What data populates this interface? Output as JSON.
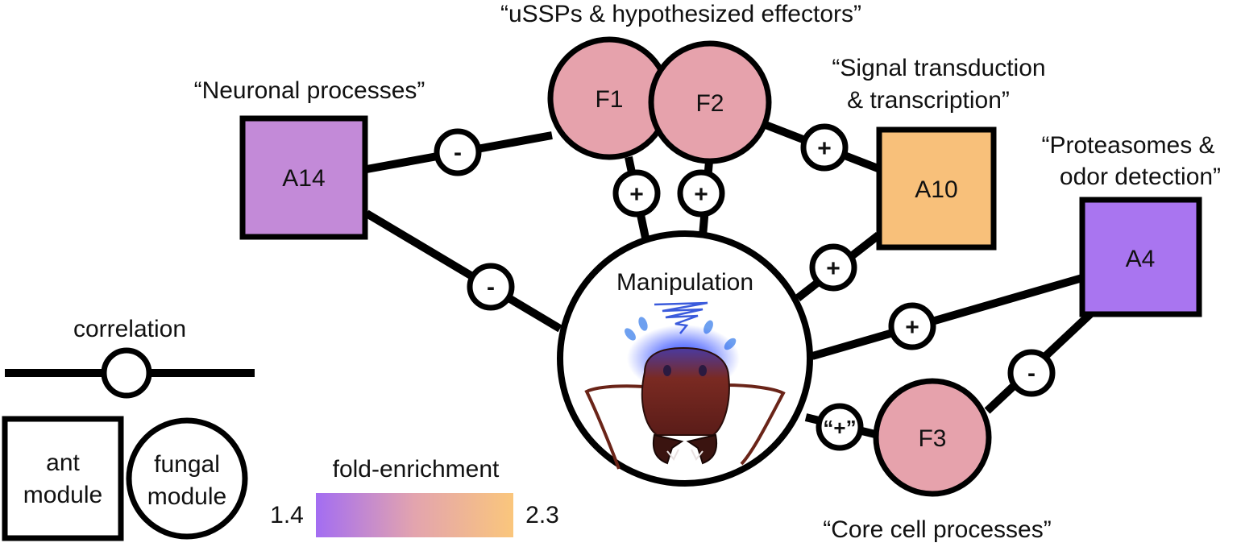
{
  "colors": {
    "fungal": "#e6a2ac",
    "A14": "#c38ad8",
    "A10": "#f8c07a",
    "A4": "#a975f0",
    "gradient_start": "#a36df2",
    "gradient_mid": "#e3a4ae",
    "gradient_end": "#fac67c",
    "head_glow": "#1e3cff",
    "ant_head": "#7a2a22"
  },
  "nodes": {
    "F1": "F1",
    "F2": "F2",
    "F3": "F3",
    "A14": "A14",
    "A10": "A10",
    "A4": "A4",
    "center": "Manipulation"
  },
  "annotations": {
    "f1f2": "“uSSPs & hypothesized effectors”",
    "a14": "“Neuronal processes”",
    "a10_line1": "“Signal transduction",
    "a10_line2": "& transcription”",
    "a4_line1": "“Proteasomes &",
    "a4_line2": "odor detection”",
    "f3": "“Core cell processes”"
  },
  "signs": {
    "a14_f1": "-",
    "a14_center": "-",
    "f1_center": "+",
    "f2_center": "+",
    "f2_a10": "+",
    "a10_center": "+",
    "a4_center": "+",
    "a4_f3": "-",
    "f3_center": "“+”"
  },
  "legend": {
    "correlation": "correlation",
    "ant_line1": "ant",
    "ant_line2": "module",
    "fungal_line1": "fungal",
    "fungal_line2": "module",
    "fold_title": "fold-enrichment",
    "fold_min": "1.4",
    "fold_max": "2.3",
    "icon": "ant-head-icon"
  }
}
